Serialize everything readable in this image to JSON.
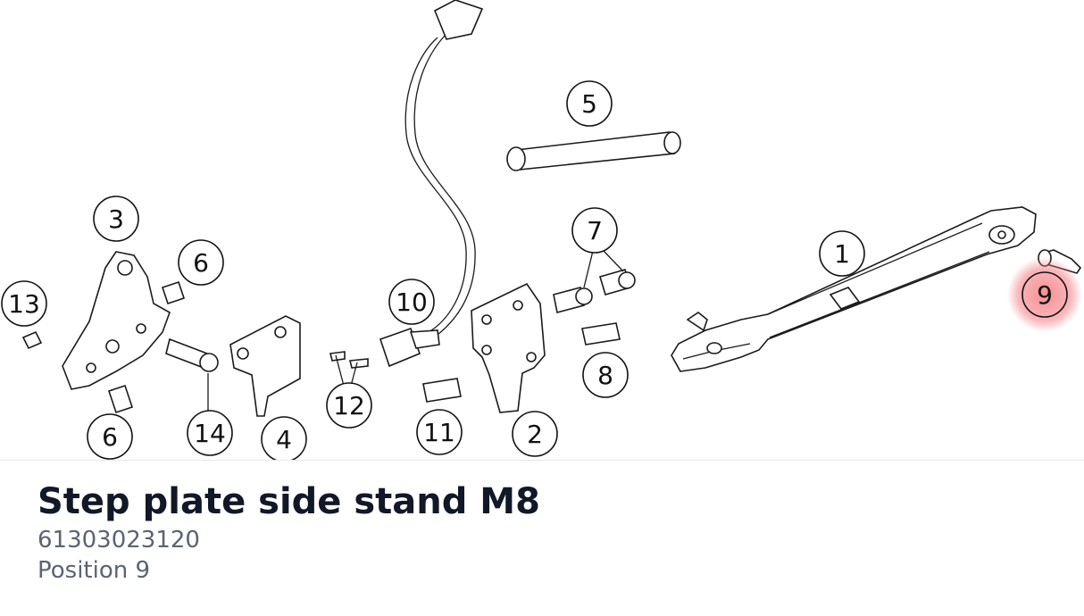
{
  "diagram": {
    "callouts": [
      {
        "id": "c1",
        "label": "1"
      },
      {
        "id": "c2",
        "label": "2"
      },
      {
        "id": "c3",
        "label": "3"
      },
      {
        "id": "c4",
        "label": "4"
      },
      {
        "id": "c5",
        "label": "5"
      },
      {
        "id": "c6a",
        "label": "6"
      },
      {
        "id": "c6b",
        "label": "6"
      },
      {
        "id": "c7",
        "label": "7"
      },
      {
        "id": "c8",
        "label": "8"
      },
      {
        "id": "c9",
        "label": "9",
        "highlighted": true
      },
      {
        "id": "c10",
        "label": "10"
      },
      {
        "id": "c11",
        "label": "11"
      },
      {
        "id": "c12",
        "label": "12"
      },
      {
        "id": "c13",
        "label": "13"
      },
      {
        "id": "c14",
        "label": "14"
      }
    ],
    "highlight_color": "#f47b82"
  },
  "part": {
    "title": "Step plate side stand M8",
    "number": "61303023120",
    "position": "Position 9"
  }
}
